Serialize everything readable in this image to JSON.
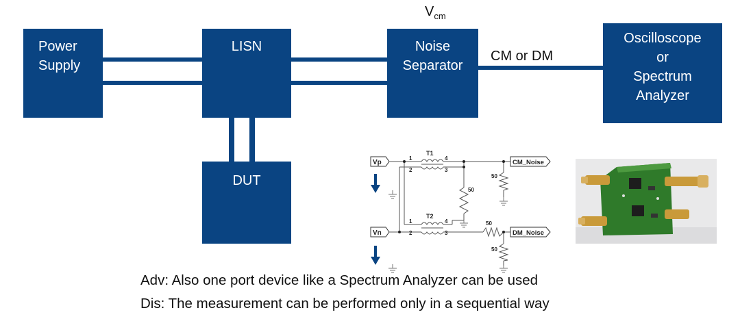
{
  "blocks": {
    "power_supply": [
      "Power",
      "Supply"
    ],
    "lisn": "LISN",
    "noise_separator": [
      "Noise",
      "Separator"
    ],
    "analyzer": [
      "Oscilloscope",
      "or",
      "Spectrum",
      "Analyzer"
    ],
    "dut": "DUT"
  },
  "labels": {
    "vcm_main": "V",
    "vcm_sub": "cm",
    "output_mode": "CM or DM"
  },
  "schematic": {
    "port_vp": "Vp",
    "port_vn": "Vn",
    "t1": "T1",
    "t2": "T2",
    "pin1": "1",
    "pin2": "2",
    "pin3": "3",
    "pin4": "4",
    "r50": "50",
    "cm_noise": "CM_Noise",
    "dm_noise": "DM_Noise"
  },
  "notes": {
    "adv": "Adv: Also one port device like a Spectrum Analyzer can be used",
    "dis": "Dis: The measurement can be performed only in a sequential way"
  },
  "colors": {
    "block": "#0a4482",
    "schematic": "#555555"
  }
}
